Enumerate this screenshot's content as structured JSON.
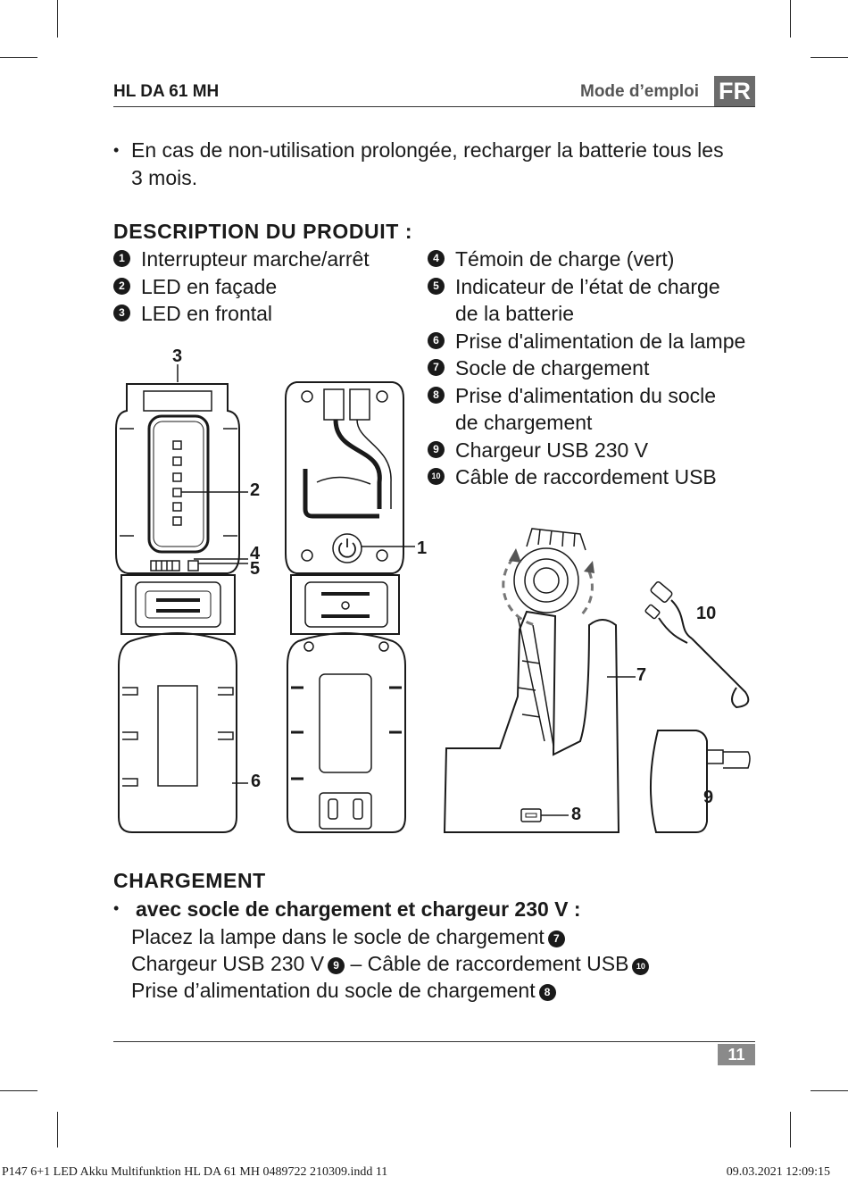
{
  "header": {
    "model": "HL DA 61 MH",
    "mode": "Mode d’emploi",
    "lang": "FR"
  },
  "intro_bullet": {
    "marker": "•",
    "line1": "En cas de non-utilisation prolongée, recharger la batterie tous les",
    "line2": "3 mois."
  },
  "description": {
    "title": "DESCRIPTION DU PRODUIT :",
    "left_items": [
      {
        "num": "1",
        "text": "Interrupteur marche/arrêt"
      },
      {
        "num": "2",
        "text": "LED en façade"
      },
      {
        "num": "3",
        "text": "LED en frontal"
      }
    ],
    "right_items": [
      {
        "num": "4",
        "text": "Témoin de charge (vert)"
      },
      {
        "num": "5",
        "line1": "Indicateur de l’état de charge",
        "line2": "de la batterie"
      },
      {
        "num": "6",
        "text": "Prise d'alimentation de la lampe"
      },
      {
        "num": "7",
        "text": "Socle de chargement"
      },
      {
        "num": "8",
        "line1": "Prise d'alimentation du socle",
        "line2": "de chargement"
      },
      {
        "num": "9",
        "text": "Chargeur USB 230 V"
      },
      {
        "num": "10",
        "text": "Câble de raccordement USB"
      }
    ]
  },
  "figure_labels": {
    "l1": "1",
    "l2": "2",
    "l3": "3",
    "l4": "4",
    "l5": "5",
    "l6": "6",
    "l7": "7",
    "l8": "8",
    "l9": "9",
    "l10": "10"
  },
  "charging": {
    "title": "CHARGEMENT",
    "marker": "•",
    "subtitle": "avec socle de chargement et chargeur 230 V :",
    "line1": "Placez la lampe dans le socle de chargement",
    "line1_num": "7",
    "line2a": "Chargeur USB 230 V",
    "line2_num_a": "9",
    "line2b": "– Câble de raccordement USB",
    "line2_num_b": "10",
    "line3": "Prise d’alimentation du socle de chargement",
    "line3_num": "8"
  },
  "footer": {
    "page": "11",
    "slug_left": "P147 6+1 LED Akku Multifunktion HL DA 61 MH 0489722 210309.indd   11",
    "slug_right": "09.03.2021   12:09:15"
  }
}
